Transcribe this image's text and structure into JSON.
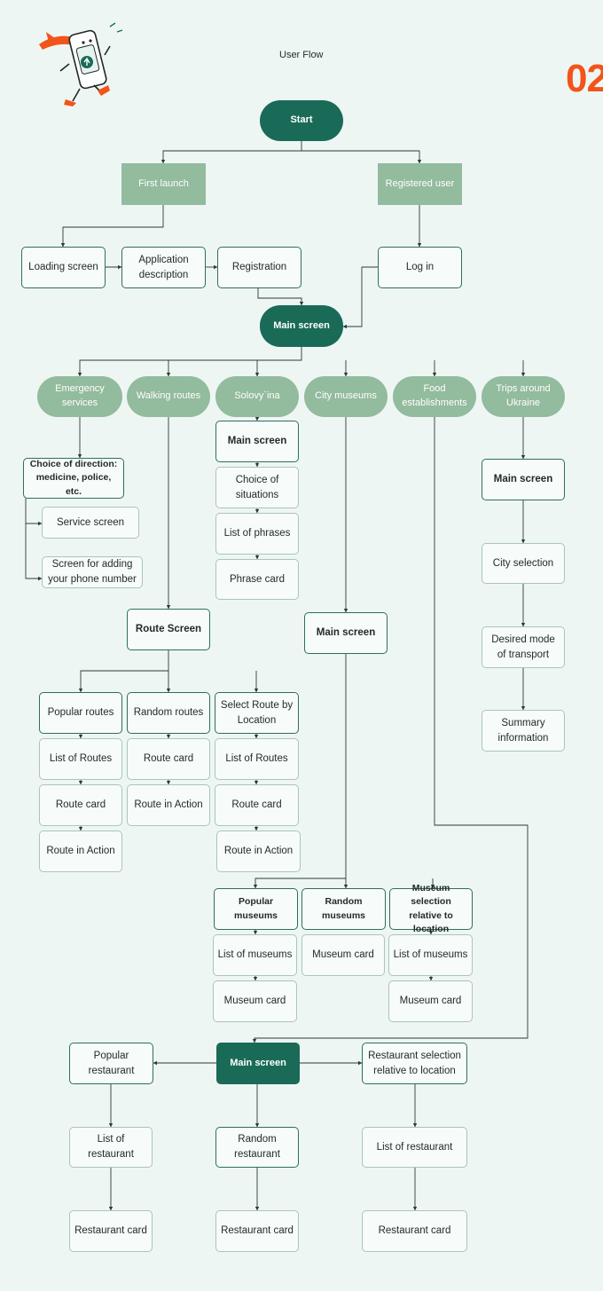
{
  "header": {
    "number": "02",
    "title": "User Flow"
  },
  "colors": {
    "accent": "#f25419",
    "dark_green": "#196b58",
    "soft_green": "#93bb9d",
    "background": "#eef6f4",
    "border": "#a9c5bd"
  },
  "nodes": {
    "start": "Start",
    "first_launch": "First launch",
    "registered_user": "Registered user",
    "loading_screen": "Loading screen",
    "app_description": "Application description",
    "registration": "Registration",
    "log_in": "Log in",
    "main_screen": "Main screen",
    "categories": {
      "emergency": "Emergency services",
      "walking": "Walking routes",
      "solovyina": "Solovy`ina",
      "museums": "City museums",
      "food": "Food establishments",
      "trips": "Trips around Ukraine"
    },
    "emergency": {
      "choice": "Choice of direction: medicine, police, etc.",
      "service_screen": "Service screen",
      "phone_screen": "Screen for adding your phone number"
    },
    "solovyina": {
      "main": "Main screen",
      "choice": "Choice of situations",
      "phrases": "List of phrases",
      "card": "Phrase card"
    },
    "walking": {
      "route_screen": "Route Screen",
      "popular": "Popular routes",
      "random": "Random routes",
      "by_location": "Select Route by Location",
      "pop_list": "List of Routes",
      "pop_card": "Route card",
      "pop_action": "Route in Action",
      "rand_card": "Route card",
      "rand_action": "Route in Action",
      "loc_list": "List of Routes",
      "loc_card": "Route card",
      "loc_action": "Route in Action"
    },
    "museums": {
      "main": "Main screen",
      "popular": "Popular museums",
      "random": "Random museums",
      "by_location": "Museum selection relative to location",
      "pop_list": "List of museums",
      "pop_card": "Museum card",
      "rand_card": "Museum card",
      "loc_list": "List of museums",
      "loc_card": "Museum card"
    },
    "trips": {
      "main": "Main screen",
      "city": "City selection",
      "transport": "Desired mode of transport",
      "summary": "Summary information"
    },
    "food": {
      "main": "Main screen",
      "popular": "Popular restaurant",
      "by_location": "Restaurant selection relative to location",
      "pop_list": "List of restaurant",
      "pop_card": "Restaurant card",
      "random": "Random restaurant",
      "rand_card": "Restaurant card",
      "loc_list": "List of restaurant",
      "loc_card": "Restaurant card"
    }
  }
}
